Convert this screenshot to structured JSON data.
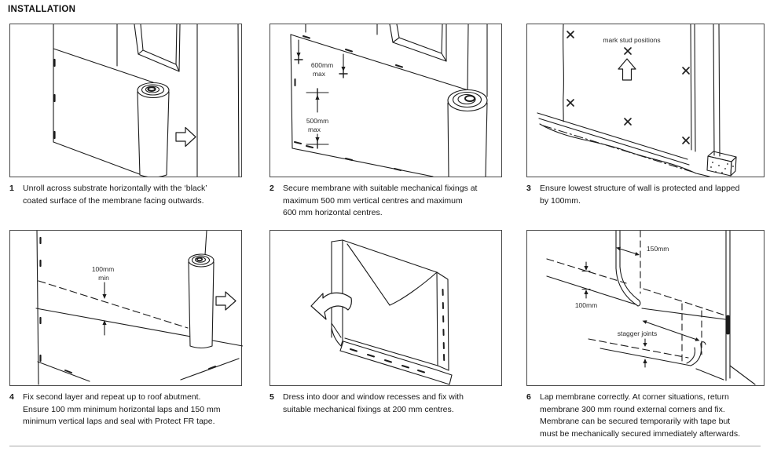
{
  "page": {
    "title": "INSTALLATION"
  },
  "steps": [
    {
      "number": "1",
      "caption_lines": [
        "Unroll across substrate horizontally with the ‘black’",
        "coated surface of the membrane facing outwards."
      ]
    },
    {
      "number": "2",
      "caption_lines": [
        "Secure membrane with suitable mechanical fixings at",
        "maximum 500 mm vertical centres and maximum",
        "600 mm horizontal centres."
      ]
    },
    {
      "number": "3",
      "caption_lines": [
        "Ensure lowest structure of wall is protected and lapped",
        "by 100mm."
      ]
    },
    {
      "number": "4",
      "caption_lines": [
        "Fix second layer and repeat up to roof abutment.",
        "Ensure 100 mm minimum horizontal laps and 150 mm",
        "minimum vertical laps and seal with Protect FR tape."
      ]
    },
    {
      "number": "5",
      "caption_lines": [
        "Dress into door and window recesses and fix with",
        "suitable mechanical fixings at 200 mm centres."
      ]
    },
    {
      "number": "6",
      "caption_lines": [
        "Lap membrane correctly. At corner situations, return",
        "membrane 300 mm round external corners and fix.",
        "Membrane can be secured temporarily with tape but",
        "must be mechanically secured immediately afterwards."
      ]
    }
  ],
  "diagram_labels": {
    "s2_h1": "600mm",
    "s2_h2": "max",
    "s2_v1": "500mm",
    "s2_v2": "max",
    "s3_note": "mark stud positions",
    "s4_lap1": "100mm",
    "s4_lap2": "min",
    "s6_vlap": "150mm",
    "s6_hlap": "100mm",
    "s6_stagger": "stagger joints"
  },
  "colors": {
    "ink": "#1c1c1c",
    "rule": "#a8a8a8"
  }
}
